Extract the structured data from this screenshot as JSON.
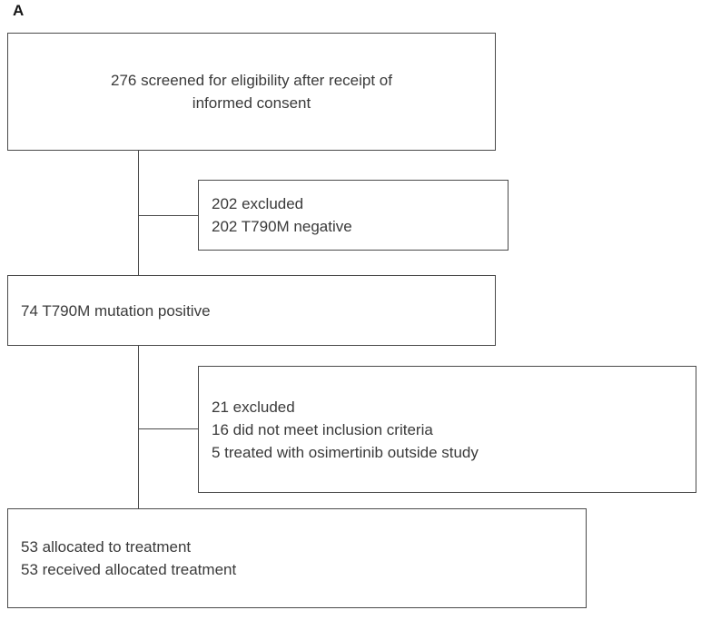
{
  "figure": {
    "panel_label": "A",
    "type": "study-flow-diagram",
    "background_color": "#ffffff",
    "box_border_color": "#4a4a4a",
    "text_color": "#3a3a3a"
  },
  "nodes": {
    "screened": {
      "id": "screened",
      "line1": "276 screened for eligibility after receipt of",
      "line2": "informed consent",
      "count": 276,
      "align": "center"
    },
    "excluded_1": {
      "id": "excluded-negative",
      "line1": "202 excluded",
      "line2": "202 T790M negative",
      "count": 202,
      "align": "left"
    },
    "positive": {
      "id": "t790m-positive",
      "line1": "74 T790M mutation positive",
      "count": 74,
      "align": "left"
    },
    "excluded_2": {
      "id": "excluded-criteria",
      "line1": "21 excluded",
      "line2": "16 did not meet inclusion criteria",
      "line3": "5 treated with osimertinib outside study",
      "count": 21,
      "align": "left"
    },
    "allocated": {
      "id": "allocated-treatment",
      "line1": "53 allocated to treatment",
      "line2": "53 received allocated treatment",
      "count": 53,
      "align": "left"
    }
  },
  "chart_data": {
    "type": "diagram",
    "title": "",
    "nodes": [
      {
        "label": "276 screened for eligibility after receipt of informed consent",
        "value": 276
      },
      {
        "label": "202 excluded / 202 T790M negative",
        "value": 202
      },
      {
        "label": "74 T790M mutation positive",
        "value": 74
      },
      {
        "label": "21 excluded / 16 did not meet inclusion criteria / 5 treated with osimertinib outside study",
        "value": 21
      },
      {
        "label": "53 allocated to treatment / 53 received allocated treatment",
        "value": 53
      }
    ],
    "edges": [
      {
        "from": "276 screened",
        "to": "202 excluded"
      },
      {
        "from": "276 screened",
        "to": "74 T790M mutation positive"
      },
      {
        "from": "74 T790M mutation positive",
        "to": "21 excluded"
      },
      {
        "from": "74 T790M mutation positive",
        "to": "53 allocated to treatment"
      }
    ]
  }
}
